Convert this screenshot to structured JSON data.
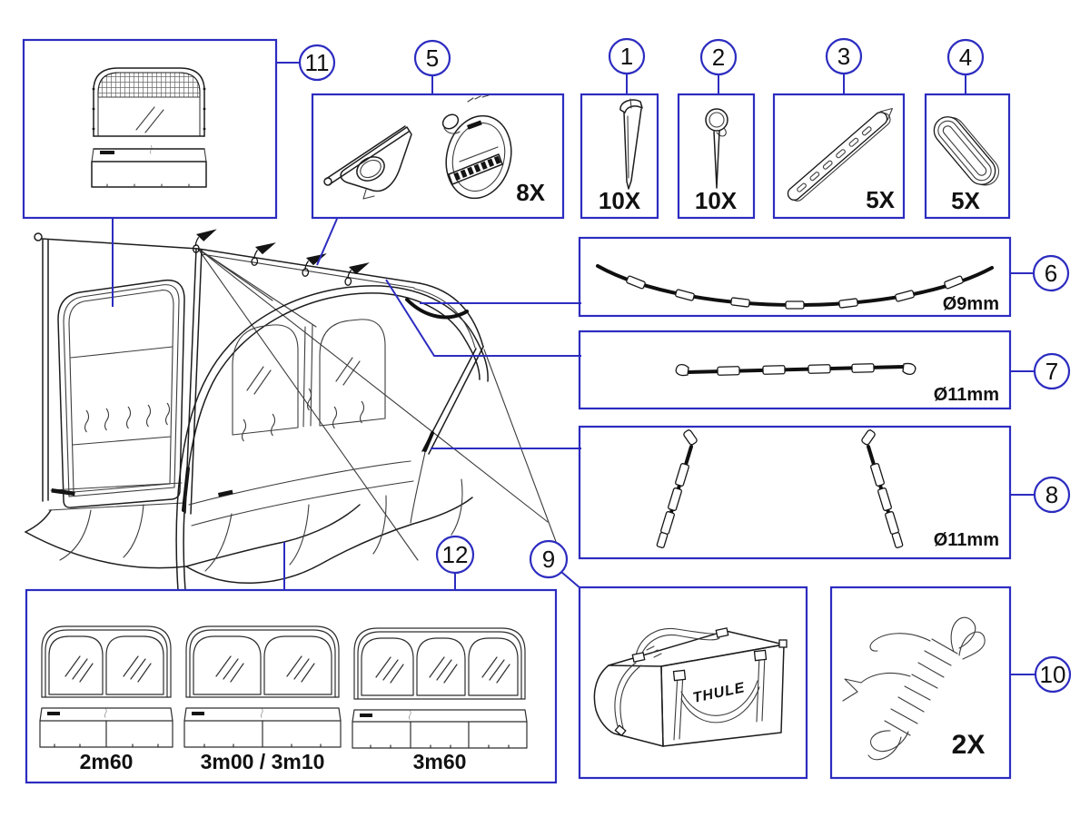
{
  "colors": {
    "accent": "#2c2cc0",
    "ink": "#1d1d1d"
  },
  "callouts": {
    "c1": "1",
    "c2": "2",
    "c3": "3",
    "c4": "4",
    "c5": "5",
    "c6": "6",
    "c7": "7",
    "c8": "8",
    "c9": "9",
    "c10": "10",
    "c11": "11",
    "c12": "12"
  },
  "boxes": {
    "box1": {
      "quantity": "10X"
    },
    "box2": {
      "quantity": "10X"
    },
    "box3": {
      "quantity": "5X"
    },
    "box4": {
      "quantity": "5X"
    },
    "box5": {
      "quantity": "8X"
    },
    "box6": {
      "diameter": "Ø9mm"
    },
    "box7": {
      "diameter": "Ø11mm"
    },
    "box8": {
      "diameter": "Ø11mm"
    },
    "box9": {
      "brand": "THULE"
    },
    "box10": {
      "quantity": "2X"
    },
    "box12": {
      "sizes": [
        "2m60",
        "3m00 / 3m10",
        "3m60"
      ]
    }
  }
}
